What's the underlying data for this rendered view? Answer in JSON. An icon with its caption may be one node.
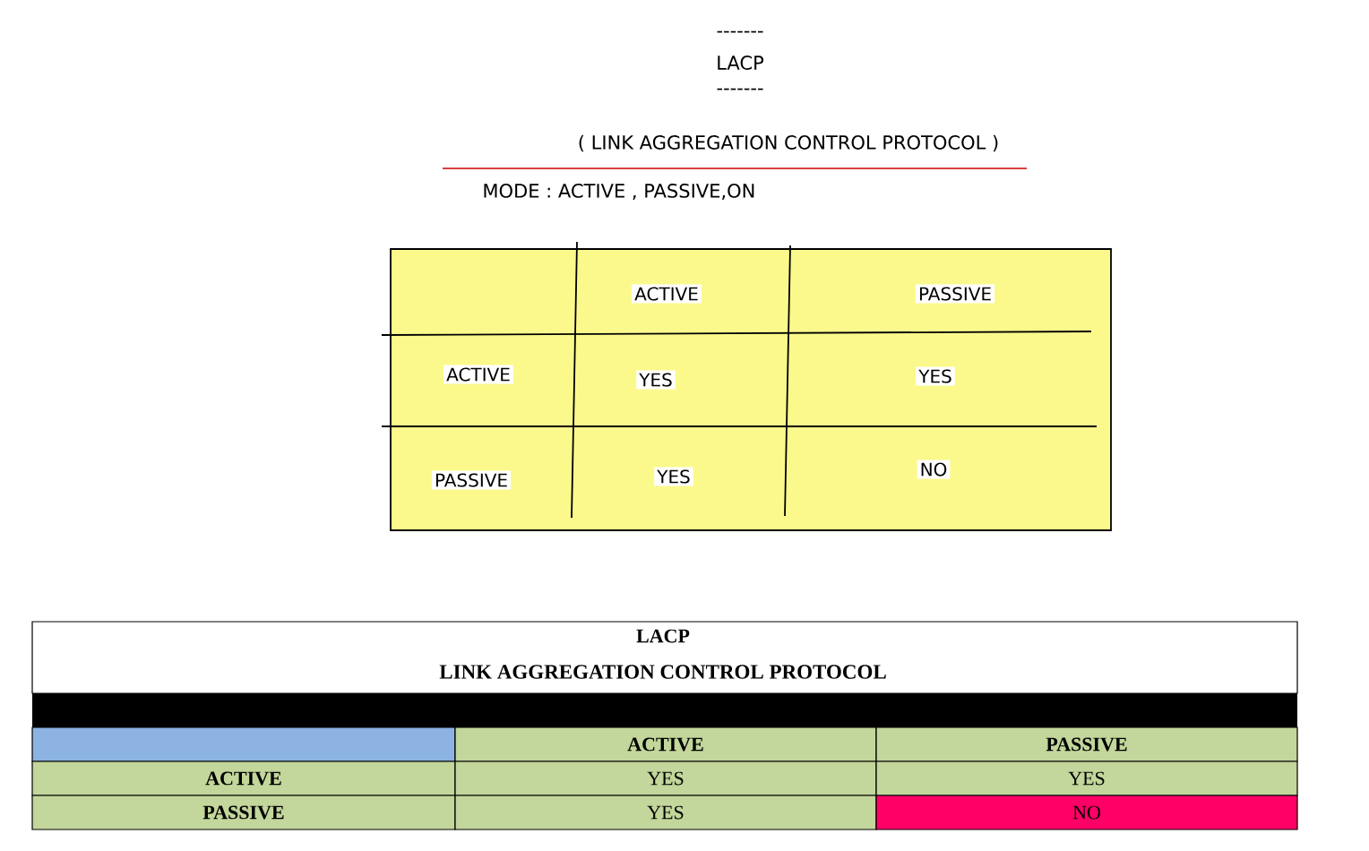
{
  "diagram": {
    "labels": [
      "-------",
      "LACP",
      "-------",
      "( LINK AGGREGATION CONTROL PROTOCOL )",
      "MODE : ACTIVE , PASSIVE,ON",
      "ACTIVE",
      "PASSIVE",
      "ACTIVE",
      "YES",
      "YES",
      "PASSIVE",
      "YES",
      "NO",
      "LACP",
      "LINK AGGREGATION CONTROL PROTOCOL",
      "ACTIVE",
      "PASSIVE",
      "ACTIVE",
      "YES",
      "YES",
      "PASSIVE",
      "YES",
      "NO"
    ]
  }
}
